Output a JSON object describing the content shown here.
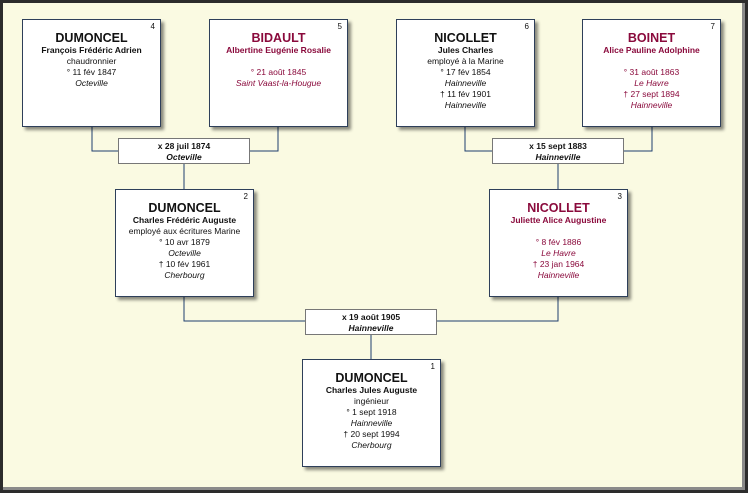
{
  "persons": {
    "p1": {
      "num": "1",
      "surname": "DUMONCEL",
      "given": "Charles Jules Auguste",
      "occupation": "ingénieur",
      "birth": "° 1 sept 1918",
      "birth_place": "Hainneville",
      "death": "† 20 sept 1994",
      "death_place": "Cherbourg"
    },
    "p2": {
      "num": "2",
      "surname": "DUMONCEL",
      "given": "Charles Frédéric Auguste",
      "occupation": "employé aux écritures Marine",
      "birth": "° 10 avr 1879",
      "birth_place": "Octeville",
      "death": "† 10 fév 1961",
      "death_place": "Cherbourg"
    },
    "p3": {
      "num": "3",
      "surname": "NICOLLET",
      "given": "Juliette Alice Augustine",
      "birth": "° 8 fév 1886",
      "birth_place": "Le Havre",
      "death": "† 23 jan 1964",
      "death_place": "Hainneville"
    },
    "p4": {
      "num": "4",
      "surname": "DUMONCEL",
      "given": "François Frédéric  Adrien",
      "occupation": "chaudronnier",
      "birth": "° 11 fév 1847",
      "birth_place": "Octeville"
    },
    "p5": {
      "num": "5",
      "surname": "BIDAULT",
      "given": "Albertine Eugénie Rosalie",
      "birth": "° 21 août 1845",
      "birth_place": "Saint Vaast-la-Hougue"
    },
    "p6": {
      "num": "6",
      "surname": "NICOLLET",
      "given": "Jules Charles",
      "occupation": "employé à la Marine",
      "birth": "° 17 fév 1854",
      "birth_place": "Hainneville",
      "death": "† 11 fév 1901",
      "death_place": "Hainneville"
    },
    "p7": {
      "num": "7",
      "surname": "BOINET",
      "given": "Alice Pauline Adolphine",
      "birth": "° 31 août 1863",
      "birth_place": "Le Havre",
      "death": "† 27 sept 1894",
      "death_place": "Hainneville"
    }
  },
  "marriages": {
    "m45": {
      "date": "x 28 juil 1874",
      "place": "Octeville"
    },
    "m67": {
      "date": "x 15 sept 1883",
      "place": "Hainneville"
    },
    "m23": {
      "date": "x 19 août 1905",
      "place": "Hainneville"
    }
  },
  "colors": {
    "background": "#fafae2",
    "female_text": "#8a0a3c",
    "line": "#1f3f6f"
  }
}
